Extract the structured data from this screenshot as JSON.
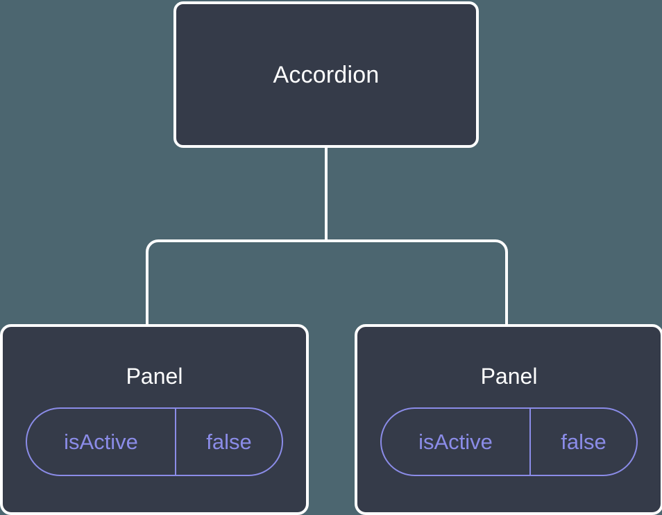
{
  "diagram": {
    "type": "component-tree",
    "background_color": "#4c6670",
    "node_fill_color": "#353b49",
    "node_border_color": "#ffffff",
    "accent_color": "#8b8ce8",
    "root": {
      "label": "Accordion"
    },
    "children": [
      {
        "label": "Panel",
        "state": {
          "key": "isActive",
          "value": "false"
        }
      },
      {
        "label": "Panel",
        "state": {
          "key": "isActive",
          "value": "false"
        }
      }
    ]
  }
}
